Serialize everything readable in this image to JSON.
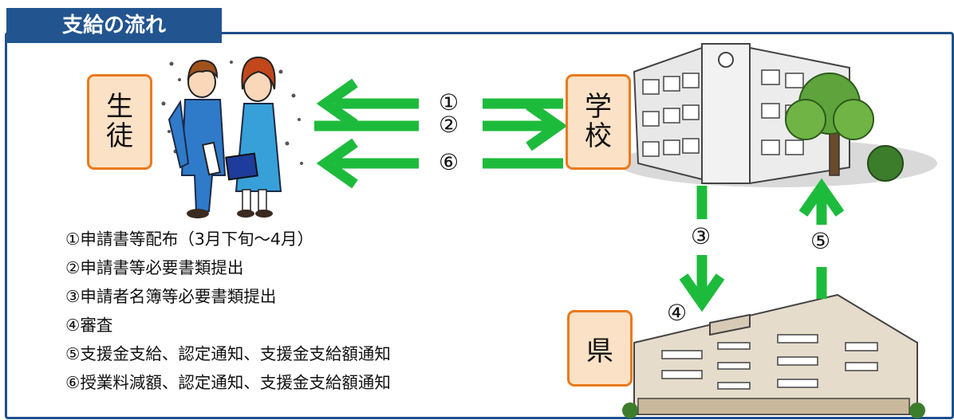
{
  "title": "支給の流れ",
  "parties": {
    "student": [
      "生",
      "徒"
    ],
    "school": [
      "学",
      "校"
    ],
    "prefecture": "県"
  },
  "flow_labels": {
    "l1": "①",
    "l2": "②",
    "l6": "⑥",
    "l3": "③",
    "l4": "④",
    "l5": "⑤"
  },
  "steps": [
    "①申請書等配布（3月下旬～4月）",
    "②申請書等必要書類提出",
    "③申請者名簿等必要書類提出",
    "④審査",
    "⑤支援金支給、認定通知、支援金支給額通知",
    "⑥授業料減額、認定通知、支援金支給額通知"
  ],
  "colors": {
    "arrow": "#1dbb3c",
    "frame": "#1f4f8a",
    "title_bg": "#22558f",
    "party_fill": "#fbe1c5",
    "party_border": "#ea7a1c"
  },
  "icons": [
    "students-illustration",
    "school-building-illustration",
    "prefectural-office-illustration"
  ]
}
